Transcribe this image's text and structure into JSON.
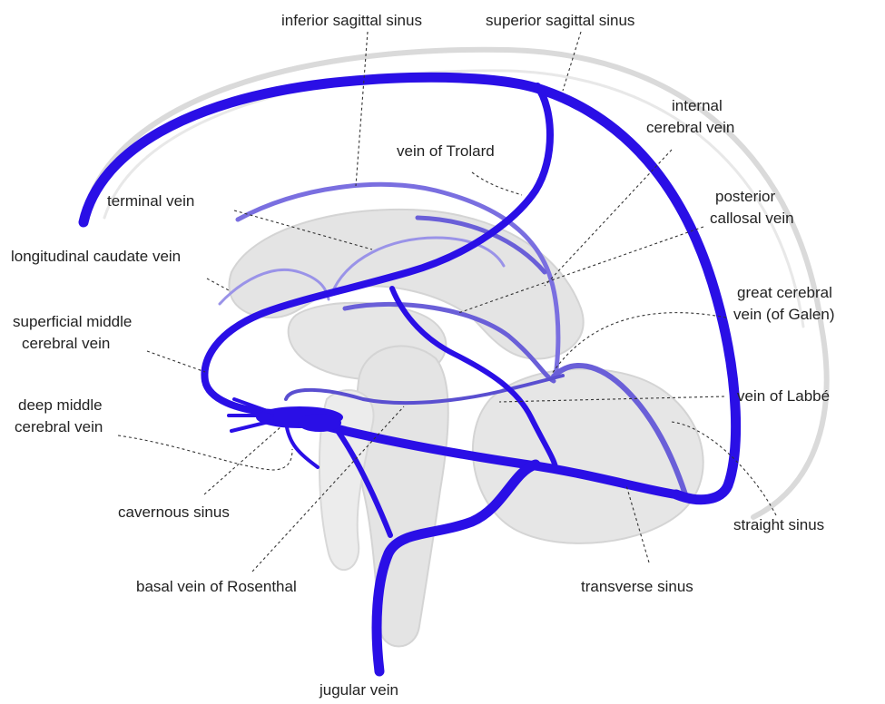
{
  "colors": {
    "major_vein": "#2a0fe6",
    "minor_vein": "#7a6fe0",
    "minor_vein_light": "#9a93e8",
    "brain_fill": "#e2e2e2",
    "brain_outline": "#d0d0d0",
    "leader_line": "#333333",
    "label_text": "#222222"
  },
  "labels": {
    "inferior_sagittal_sinus": "inferior sagittal sinus",
    "superior_sagittal_sinus": "superior sagittal sinus",
    "internal_cerebral_vein_1": "internal",
    "internal_cerebral_vein_2": "cerebral vein",
    "vein_of_trolard": "vein of Trolard",
    "terminal_vein": "terminal vein",
    "posterior_callosal_vein_1": "posterior",
    "posterior_callosal_vein_2": "callosal vein",
    "longitudinal_caudate_vein": "longitudinal caudate vein",
    "great_cerebral_vein_1": "great cerebral",
    "great_cerebral_vein_2": "vein (of Galen)",
    "superficial_middle_cerebral_vein_1": "superficial middle",
    "superficial_middle_cerebral_vein_2": "cerebral vein",
    "vein_of_labbe": "vein of Labbé",
    "deep_middle_cerebral_vein_1": "deep middle",
    "deep_middle_cerebral_vein_2": "cerebral vein",
    "cavernous_sinus": "cavernous sinus",
    "straight_sinus": "straight sinus",
    "basal_vein_of_rosenthal": "basal vein of Rosenthal",
    "transverse_sinus": "transverse sinus",
    "jugular_vein": "jugular vein"
  }
}
